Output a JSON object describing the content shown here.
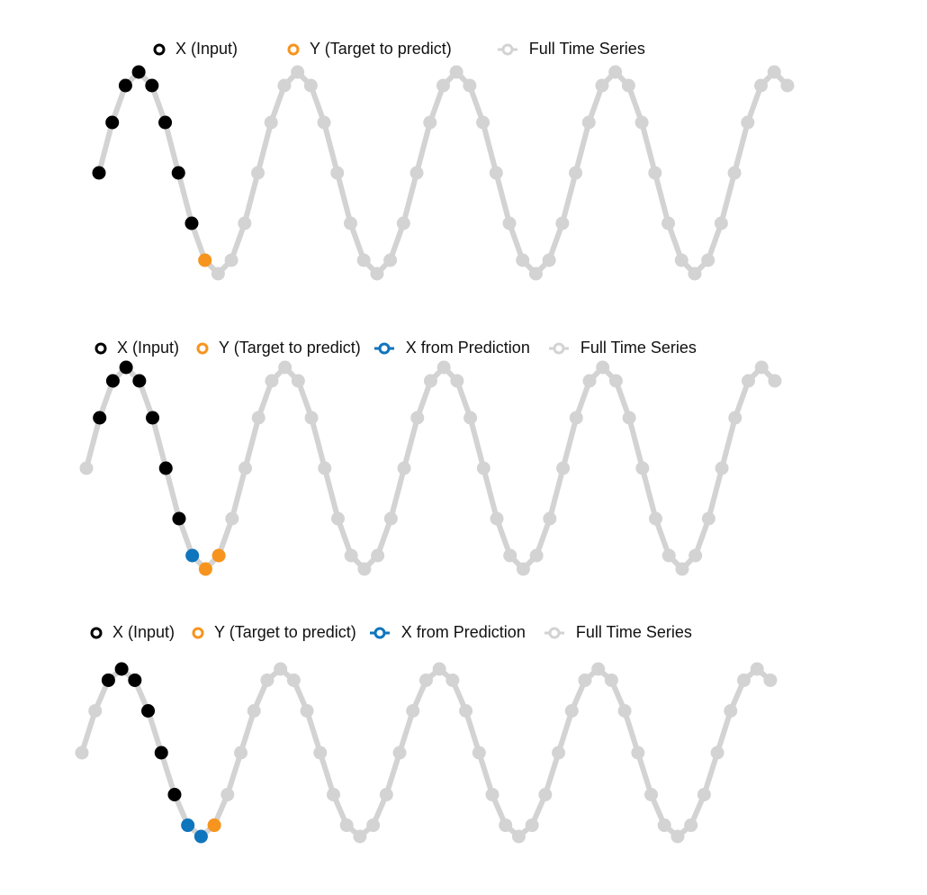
{
  "chart_data": [
    {
      "type": "line",
      "title": "",
      "xlabel": "",
      "ylabel": "",
      "grid": false,
      "axes_visible": false,
      "legend": {
        "position": "top",
        "entries": [
          {
            "label": "X (Input)",
            "color": "#000000"
          },
          {
            "label": "Y (Target to predict)",
            "color": "#F7941D"
          },
          {
            "label": "Full Time Series",
            "color": "#D3D3D3"
          }
        ]
      },
      "x": [
        0,
        1,
        2,
        3,
        4,
        5,
        6,
        7,
        8,
        9,
        10,
        11,
        12,
        13,
        14,
        15,
        16,
        17,
        18,
        19,
        20,
        21,
        22,
        23,
        24,
        25,
        26,
        27,
        28,
        29,
        30,
        31,
        32,
        33,
        34,
        35,
        36,
        37,
        38,
        39,
        40,
        41,
        42,
        43,
        44,
        45,
        46,
        47,
        48,
        49,
        50,
        51,
        52
      ],
      "series": [
        {
          "name": "Full Time Series",
          "color": "#D3D3D3",
          "values": [
            0,
            0.5,
            0.866,
            1,
            0.866,
            0.5,
            0,
            -0.5,
            -0.866,
            -1,
            -0.866,
            -0.5,
            0,
            0.5,
            0.866,
            1,
            0.866,
            0.5,
            0,
            -0.5,
            -0.866,
            -1,
            -0.866,
            -0.5,
            0,
            0.5,
            0.866,
            1,
            0.866,
            0.5,
            0,
            -0.5,
            -0.866,
            -1,
            -0.866,
            -0.5,
            0,
            0.5,
            0.866,
            1,
            0.866,
            0.5,
            0,
            -0.5,
            -0.866,
            -1,
            -0.866,
            -0.5,
            0,
            0.5,
            0.866,
            1,
            0.866
          ]
        },
        {
          "name": "X (Input)",
          "color": "#000000",
          "indices": [
            0,
            1,
            2,
            3,
            4,
            5,
            6,
            7
          ]
        },
        {
          "name": "Y (Target to predict)",
          "color": "#F7941D",
          "indices": [
            8
          ]
        }
      ],
      "ylim": [
        -1,
        1
      ]
    },
    {
      "type": "line",
      "title": "",
      "xlabel": "",
      "ylabel": "",
      "grid": false,
      "axes_visible": false,
      "legend": {
        "position": "top",
        "entries": [
          {
            "label": "X (Input)",
            "color": "#000000"
          },
          {
            "label": "Y (Target to predict)",
            "color": "#F7941D"
          },
          {
            "label": "X from Prediction",
            "color": "#0F75BC"
          },
          {
            "label": "Full Time Series",
            "color": "#D3D3D3"
          }
        ]
      },
      "x": [
        0,
        1,
        2,
        3,
        4,
        5,
        6,
        7,
        8,
        9,
        10,
        11,
        12,
        13,
        14,
        15,
        16,
        17,
        18,
        19,
        20,
        21,
        22,
        23,
        24,
        25,
        26,
        27,
        28,
        29,
        30,
        31,
        32,
        33,
        34,
        35,
        36,
        37,
        38,
        39,
        40,
        41,
        42,
        43,
        44,
        45,
        46,
        47,
        48,
        49,
        50,
        51,
        52
      ],
      "series": [
        {
          "name": "Full Time Series",
          "color": "#D3D3D3",
          "values": [
            0,
            0.5,
            0.866,
            1,
            0.866,
            0.5,
            0,
            -0.5,
            -0.866,
            -1,
            -0.866,
            -0.5,
            0,
            0.5,
            0.866,
            1,
            0.866,
            0.5,
            0,
            -0.5,
            -0.866,
            -1,
            -0.866,
            -0.5,
            0,
            0.5,
            0.866,
            1,
            0.866,
            0.5,
            0,
            -0.5,
            -0.866,
            -1,
            -0.866,
            -0.5,
            0,
            0.5,
            0.866,
            1,
            0.866,
            0.5,
            0,
            -0.5,
            -0.866,
            -1,
            -0.866,
            -0.5,
            0,
            0.5,
            0.866,
            1,
            0.866
          ]
        },
        {
          "name": "X (Input)",
          "color": "#000000",
          "indices": [
            1,
            2,
            3,
            4,
            5,
            6,
            7
          ]
        },
        {
          "name": "X from Prediction",
          "color": "#0F75BC",
          "indices": [
            8
          ]
        },
        {
          "name": "Y (Target to predict)",
          "color": "#F7941D",
          "indices": [
            9,
            10
          ]
        }
      ],
      "ylim": [
        -1,
        1
      ]
    },
    {
      "type": "line",
      "title": "",
      "xlabel": "",
      "ylabel": "",
      "grid": false,
      "axes_visible": false,
      "legend": {
        "position": "top",
        "entries": [
          {
            "label": "X (Input)",
            "color": "#000000"
          },
          {
            "label": "Y (Target to predict)",
            "color": "#F7941D"
          },
          {
            "label": "X from Prediction",
            "color": "#0F75BC"
          },
          {
            "label": "Full Time Series",
            "color": "#D3D3D3"
          }
        ]
      },
      "x": [
        0,
        1,
        2,
        3,
        4,
        5,
        6,
        7,
        8,
        9,
        10,
        11,
        12,
        13,
        14,
        15,
        16,
        17,
        18,
        19,
        20,
        21,
        22,
        23,
        24,
        25,
        26,
        27,
        28,
        29,
        30,
        31,
        32,
        33,
        34,
        35,
        36,
        37,
        38,
        39,
        40,
        41,
        42,
        43,
        44,
        45,
        46,
        47,
        48,
        49,
        50,
        51,
        52
      ],
      "series": [
        {
          "name": "Full Time Series",
          "color": "#D3D3D3",
          "values": [
            0,
            0.5,
            0.866,
            1,
            0.866,
            0.5,
            0,
            -0.5,
            -0.866,
            -1,
            -0.866,
            -0.5,
            0,
            0.5,
            0.866,
            1,
            0.866,
            0.5,
            0,
            -0.5,
            -0.866,
            -1,
            -0.866,
            -0.5,
            0,
            0.5,
            0.866,
            1,
            0.866,
            0.5,
            0,
            -0.5,
            -0.866,
            -1,
            -0.866,
            -0.5,
            0,
            0.5,
            0.866,
            1,
            0.866,
            0.5,
            0,
            -0.5,
            -0.866,
            -1,
            -0.866,
            -0.5,
            0,
            0.5,
            0.866,
            1,
            0.866
          ]
        },
        {
          "name": "X (Input)",
          "color": "#000000",
          "indices": [
            2,
            3,
            4,
            5,
            6,
            7
          ]
        },
        {
          "name": "X from Prediction",
          "color": "#0F75BC",
          "indices": [
            8,
            9
          ]
        },
        {
          "name": "Y (Target to predict)",
          "color": "#F7941D",
          "indices": [
            10
          ]
        }
      ],
      "ylim": [
        -1,
        1
      ]
    }
  ],
  "panels": [
    {
      "legend_labels": [
        "X (Input)",
        "Y (Target to predict)",
        "Full Time Series"
      ]
    },
    {
      "legend_labels": [
        "X (Input)",
        "Y (Target to predict)",
        "X from Prediction",
        "Full Time Series"
      ]
    },
    {
      "legend_labels": [
        "X (Input)",
        "Y (Target to predict)",
        "X from Prediction",
        "Full Time Series"
      ]
    }
  ]
}
